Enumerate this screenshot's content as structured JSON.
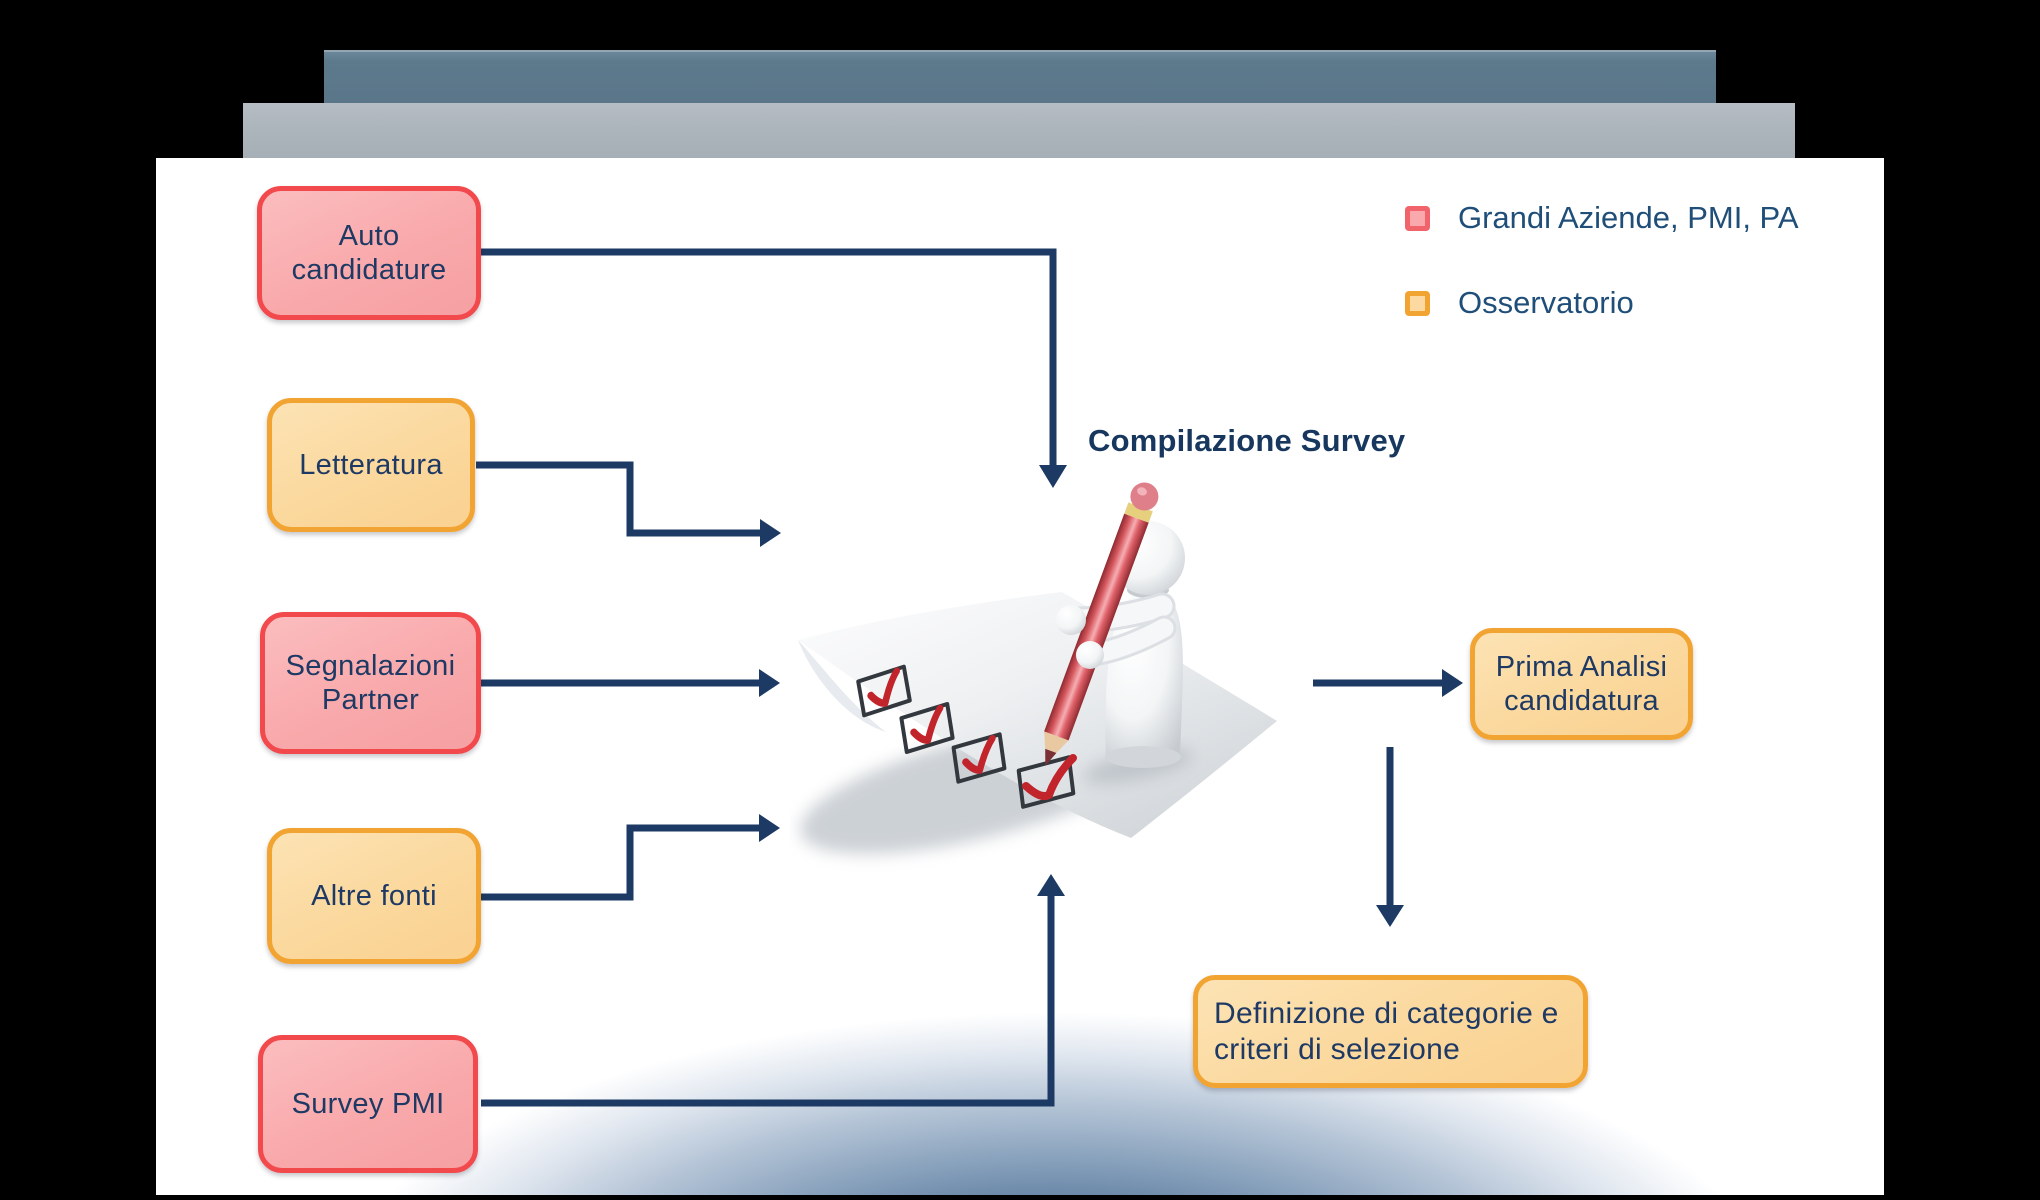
{
  "window": {
    "bar_dark_color": "#5d7a8d",
    "bar_light_color": "#adb5bd",
    "background": "#000000",
    "slide_background": "#ffffff"
  },
  "legend": {
    "text_color": "#1f4e79",
    "items": [
      {
        "label": "Grandi Aziende, PMI, PA",
        "swatch_fill": "#f9a8ab",
        "swatch_border": "#f1646b"
      },
      {
        "label": "Osservatorio",
        "swatch_fill": "#fbd9a0",
        "swatch_border": "#f2a433"
      }
    ]
  },
  "center_label": "Compilazione Survey",
  "sources": [
    {
      "id": "auto-candidature",
      "label": "Auto candidature",
      "color": "pink"
    },
    {
      "id": "letteratura",
      "label": "Letteratura",
      "color": "orange"
    },
    {
      "id": "segnalazioni-partner",
      "label": "Segnalazioni Partner",
      "color": "pink"
    },
    {
      "id": "altre-fonti",
      "label": "Altre fonti",
      "color": "orange"
    },
    {
      "id": "survey-pmi",
      "label": "Survey PMI",
      "color": "pink"
    }
  ],
  "outputs": [
    {
      "id": "prima-analisi",
      "label": "Prima Analisi candidatura",
      "color": "orange"
    },
    {
      "id": "definizione-categorie",
      "label": "Definizione di categorie e criteri di selezione",
      "color": "orange"
    }
  ],
  "illustration": {
    "name": "survey-checklist-figure",
    "elements": [
      "paper-sheet",
      "checkboxes-with-red-checkmarks",
      "white-3d-figure",
      "red-pencil"
    ]
  },
  "colors": {
    "pink_fill": "#f9a9ab",
    "pink_border": "#f2494d",
    "orange_fill": "#fbd89d",
    "orange_border": "#f2a433",
    "arrow": "#1c3a63",
    "box_text": "#1e3a64",
    "center_label_color": "#17375e",
    "checkmark_red": "#c2242b"
  }
}
